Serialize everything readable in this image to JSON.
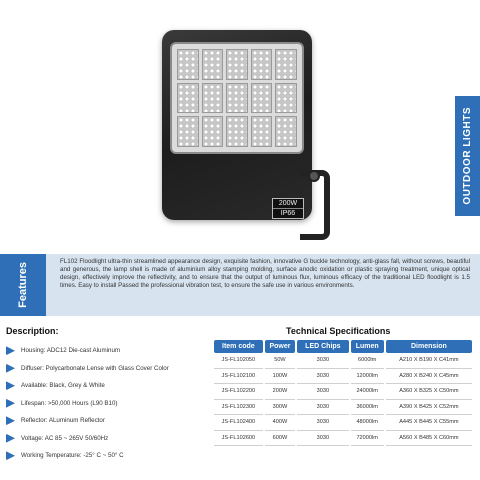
{
  "product_image": {
    "label_power": "200W",
    "label_ip": "IP66"
  },
  "side_tab": "OUTDOOR LIGHTS",
  "features": {
    "tab_label": "Features",
    "text": "FL102 Floodlight ultra-thin streamlined appearance design, exquisite fashion, innovative G buckle technology, anti-glass fall, without screws, beautiful and generous, the lamp shell is made of aluminium alloy stamping molding, surface anodic oxidation or plastic spraying treatment, unique optical design, effectively improve the reflectivity, and to ensure that the output of luminous flux, luminous efficacy of the traditional LED floodlight is 1.5 times. Easy to install Passed the professional vibration test, to ensure the safe use in various environments."
  },
  "description": {
    "title": "Description:",
    "items": [
      "Housing: ADC12 Die-cast Aluminum",
      "Diffuser: Polycarbonate Lense with Glass Cover Color",
      "Available: Black, Grey & White",
      "Lifespan: >50,000 Hours (L90 B10)",
      "Reflector: ALuminum Reflector",
      "Voltage: AC 85 ~ 265V  50/60Hz",
      "Working Temperature: -25° C ~ 50° C"
    ]
  },
  "specs": {
    "title": "Technical Specifications",
    "headers": [
      "Item code",
      "Power",
      "LED Chips",
      "Lumen",
      "Dimension"
    ],
    "rows": [
      [
        "JS-FL102050",
        "50W",
        "3030",
        "6000lm",
        "A210 X B190 X C41mm"
      ],
      [
        "JS-FL102100",
        "100W",
        "3030",
        "12000lm",
        "A280 X B240 X C45mm"
      ],
      [
        "JS-FL102200",
        "200W",
        "3030",
        "24000lm",
        "A360 X B325 X C50mm"
      ],
      [
        "JS-FL102300",
        "300W",
        "3030",
        "36000lm",
        "A390 X B425 X C52mm"
      ],
      [
        "JS-FL102400",
        "400W",
        "3030",
        "48000lm",
        "A445 X B445 X C55mm"
      ],
      [
        "JS-FL102600",
        "600W",
        "3030",
        "72000lm",
        "A560 X B485 X C60mm"
      ]
    ]
  },
  "colors": {
    "accent": "#2e6fb7",
    "band": "#d7e3ef"
  }
}
